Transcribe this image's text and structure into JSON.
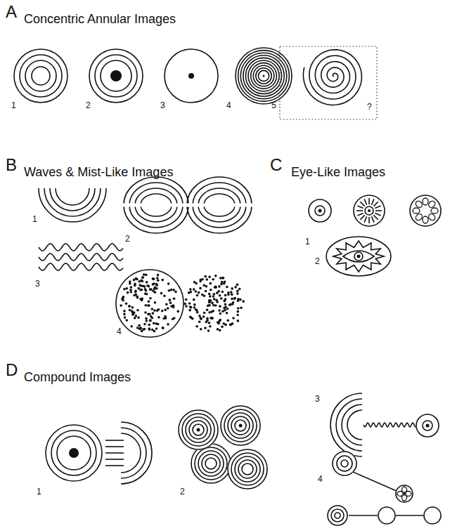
{
  "diagram": {
    "labels": [
      "A",
      "Concentric Annular Images",
      "1",
      "2",
      "3",
      "4",
      "5",
      "?",
      "B",
      "Waves & Mist-Like Images",
      "1",
      "2",
      "3",
      "4",
      "C",
      "Eye-Like Images",
      "1",
      "2",
      "D",
      "Compound Images",
      "1",
      "2",
      "3",
      "4"
    ]
  }
}
